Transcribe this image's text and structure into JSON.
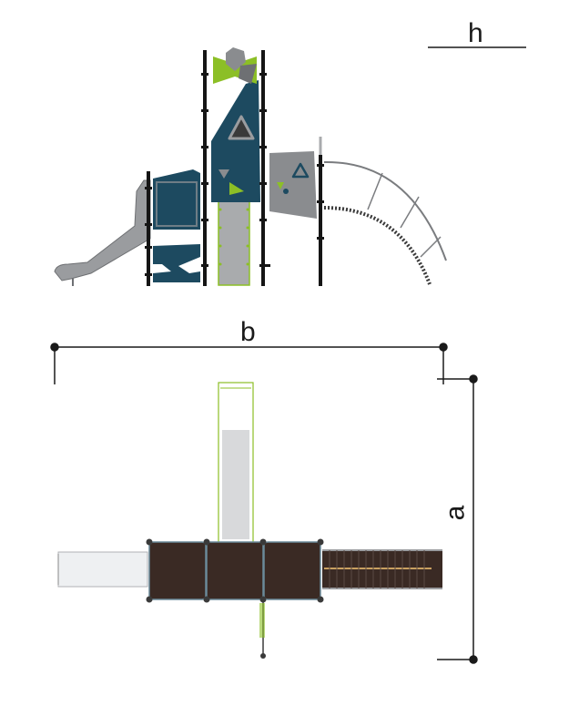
{
  "dimensions": {
    "height_label": "h",
    "width_label": "b",
    "length_label": "a"
  },
  "colors": {
    "teal": "#1d4a60",
    "lime": "#8cbf26",
    "grey_panel": "#8a8c8f",
    "slide_grey": "#9a9c9f",
    "post": "#151515",
    "deck": "#3a2a24",
    "dim_line": "#1a1a1a"
  },
  "views": [
    "side-elevation",
    "top-plan"
  ]
}
